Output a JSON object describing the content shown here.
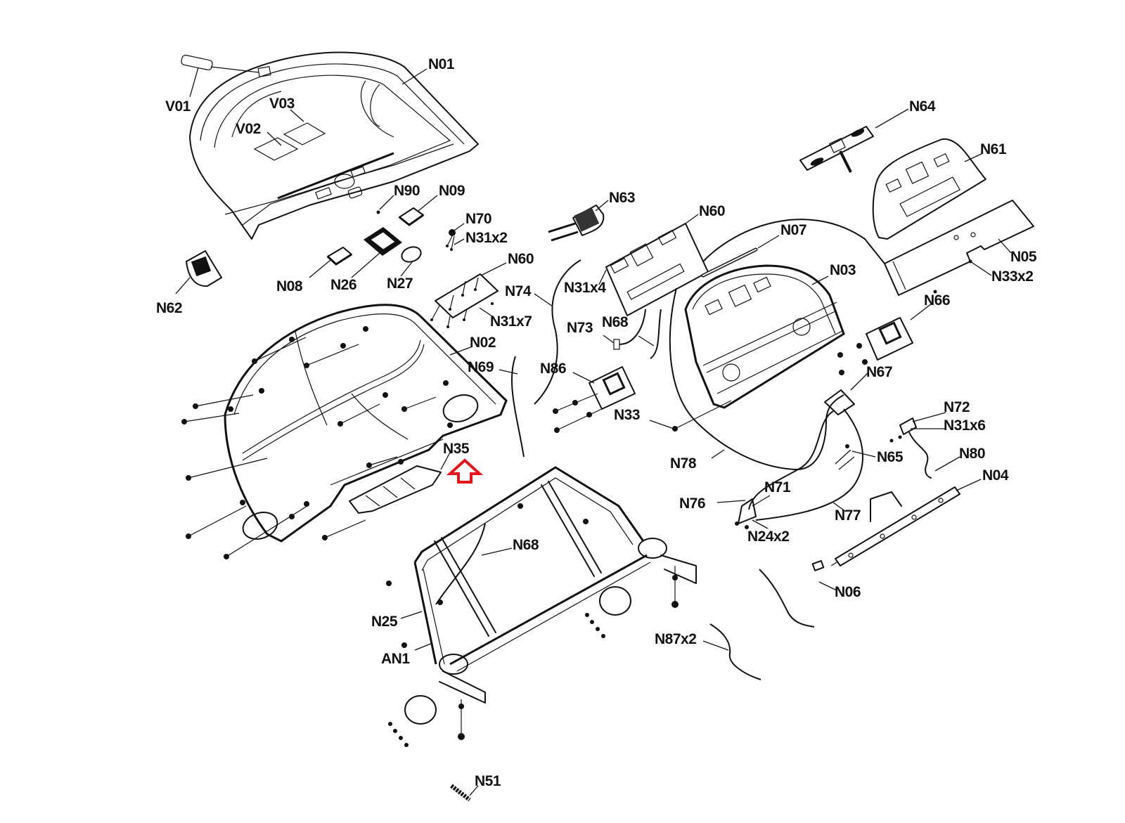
{
  "diagram": {
    "type": "exploded-parts-view",
    "highlight": {
      "part": "N35",
      "marker": "up-arrow-icon",
      "color": "#e3161d"
    },
    "labels": {
      "V01": "V01",
      "V02": "V02",
      "V03": "V03",
      "N01": "N01",
      "N02": "N02",
      "N03": "N03",
      "N04": "N04",
      "N05": "N05",
      "N06": "N06",
      "N07": "N07",
      "N08": "N08",
      "N09": "N09",
      "N24x2": "N24x2",
      "N25": "N25",
      "N26": "N26",
      "N27": "N27",
      "N31x2": "N31x2",
      "N31x4": "N31x4",
      "N31x6": "N31x6",
      "N31x7": "N31x7",
      "N33": "N33",
      "N33x2": "N33x2",
      "N35": "N35",
      "N51": "N51",
      "N60a": "N60",
      "N60b": "N60",
      "N61": "N61",
      "N62": "N62",
      "N63": "N63",
      "N64": "N64",
      "N65": "N65",
      "N66": "N66",
      "N67": "N67",
      "N68a": "N68",
      "N68b": "N68",
      "N69": "N69",
      "N70": "N70",
      "N71": "N71",
      "N72": "N72",
      "N73": "N73",
      "N74": "N74",
      "N76": "N76",
      "N77": "N77",
      "N78": "N78",
      "N80": "N80",
      "N86": "N86",
      "N87x2": "N87x2",
      "N90": "N90",
      "AN1": "AN1"
    }
  }
}
